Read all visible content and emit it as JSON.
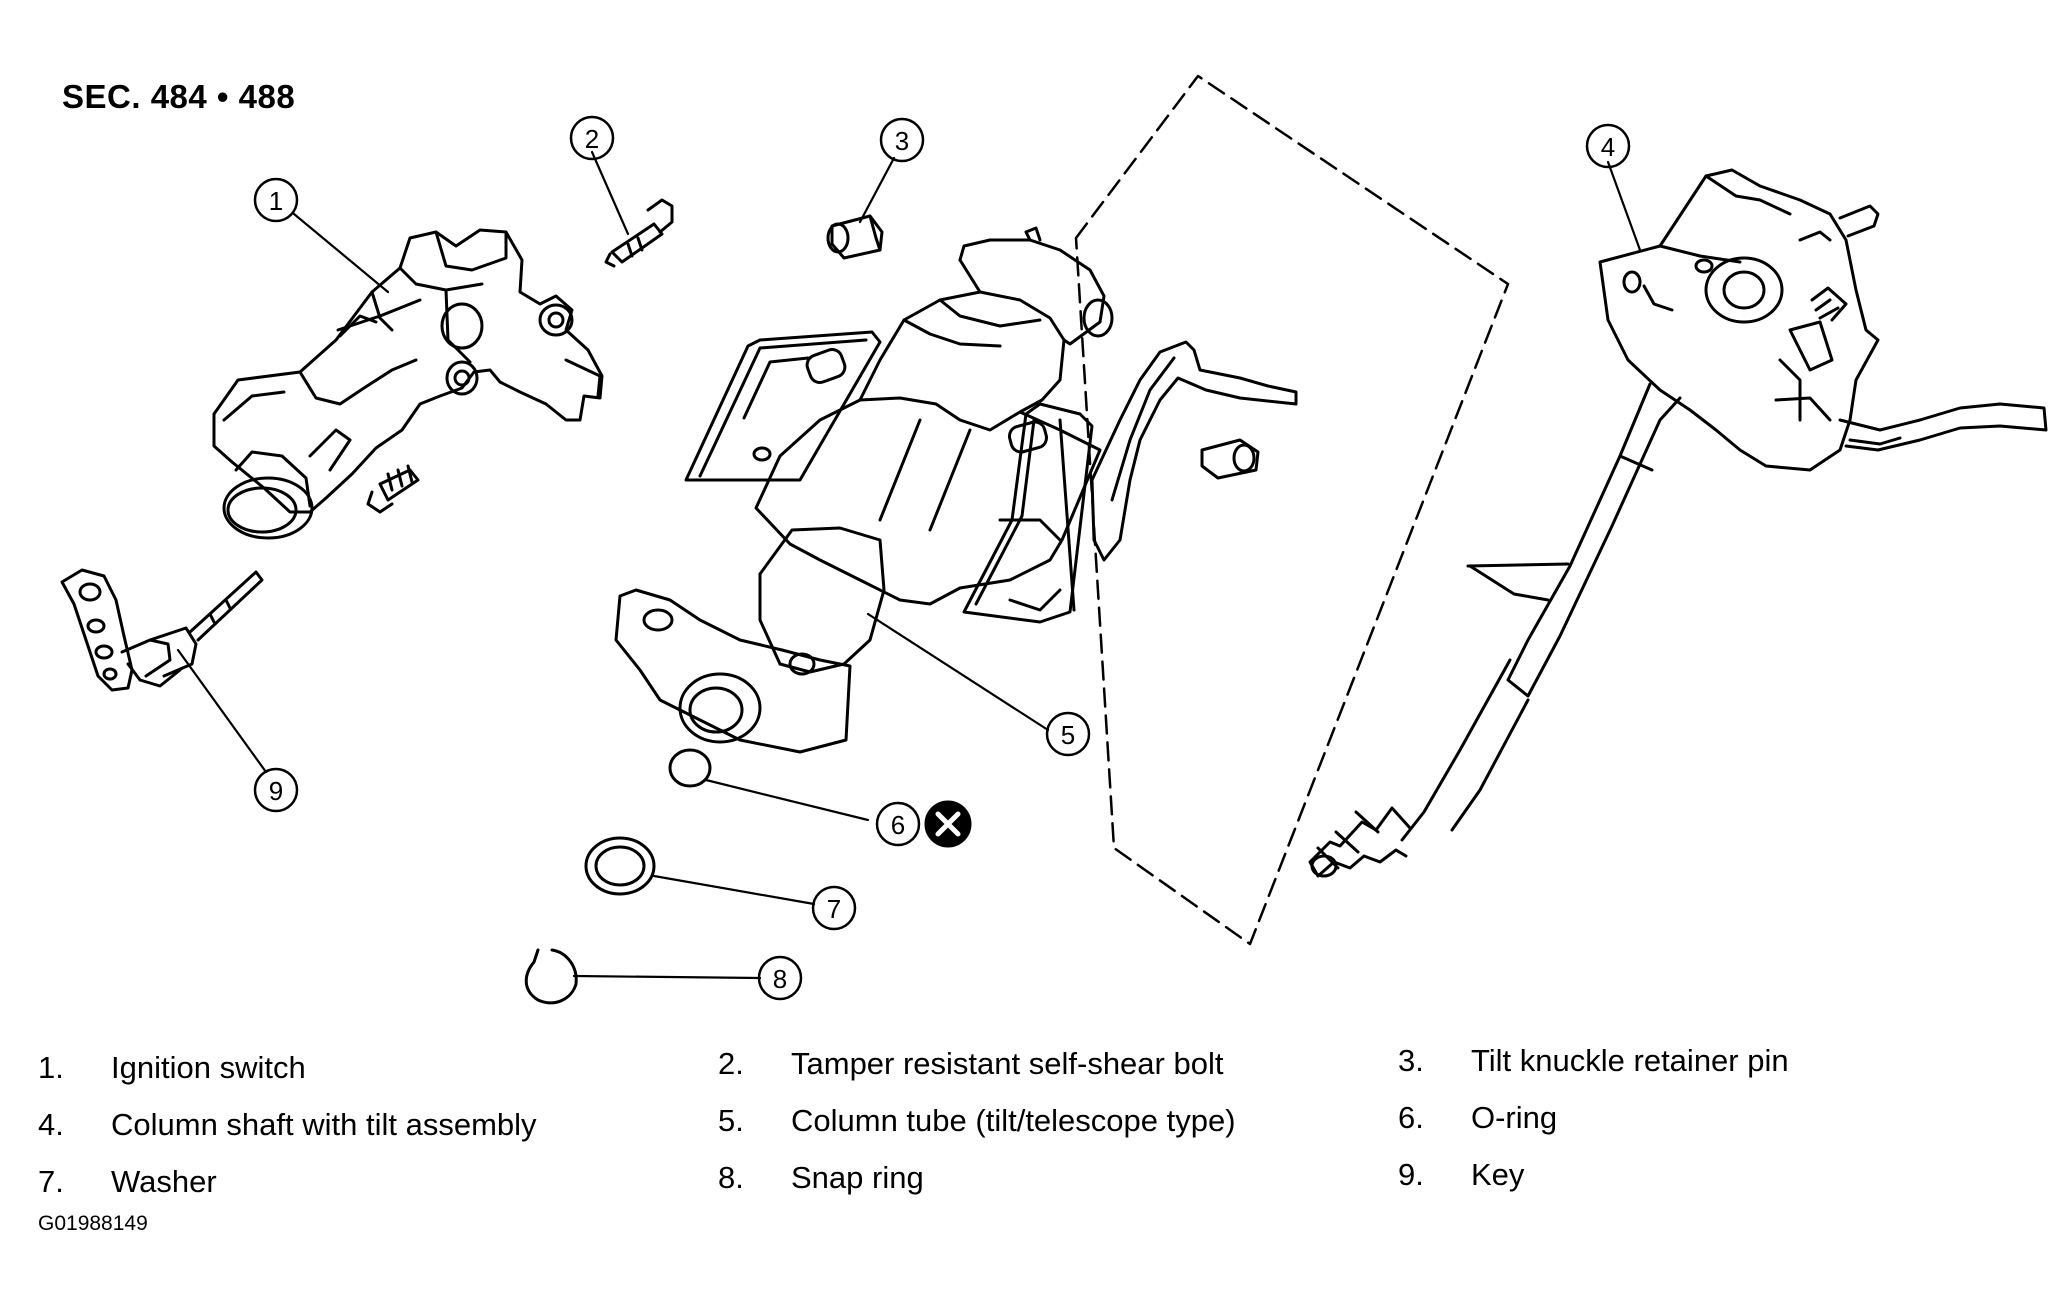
{
  "diagram": {
    "section": "SEC. 484 • 488",
    "figure_code": "G01988149",
    "callouts": [
      "1",
      "2",
      "3",
      "4",
      "5",
      "6",
      "7",
      "8",
      "9"
    ],
    "legend": [
      {
        "num": "1.",
        "label": "Ignition switch"
      },
      {
        "num": "2.",
        "label": "Tamper resistant self-shear bolt"
      },
      {
        "num": "3.",
        "label": "Tilt knuckle retainer pin"
      },
      {
        "num": "4.",
        "label": "Column shaft with tilt assembly"
      },
      {
        "num": "5.",
        "label": "Column tube (tilt/telescope type)"
      },
      {
        "num": "6.",
        "label": "O-ring"
      },
      {
        "num": "7.",
        "label": "Washer"
      },
      {
        "num": "8.",
        "label": "Snap ring"
      },
      {
        "num": "9.",
        "label": "Key"
      }
    ],
    "colors": {
      "ink": "#000000",
      "paper": "#ffffff"
    },
    "icons": [
      "do-not-reuse-x-icon"
    ]
  }
}
